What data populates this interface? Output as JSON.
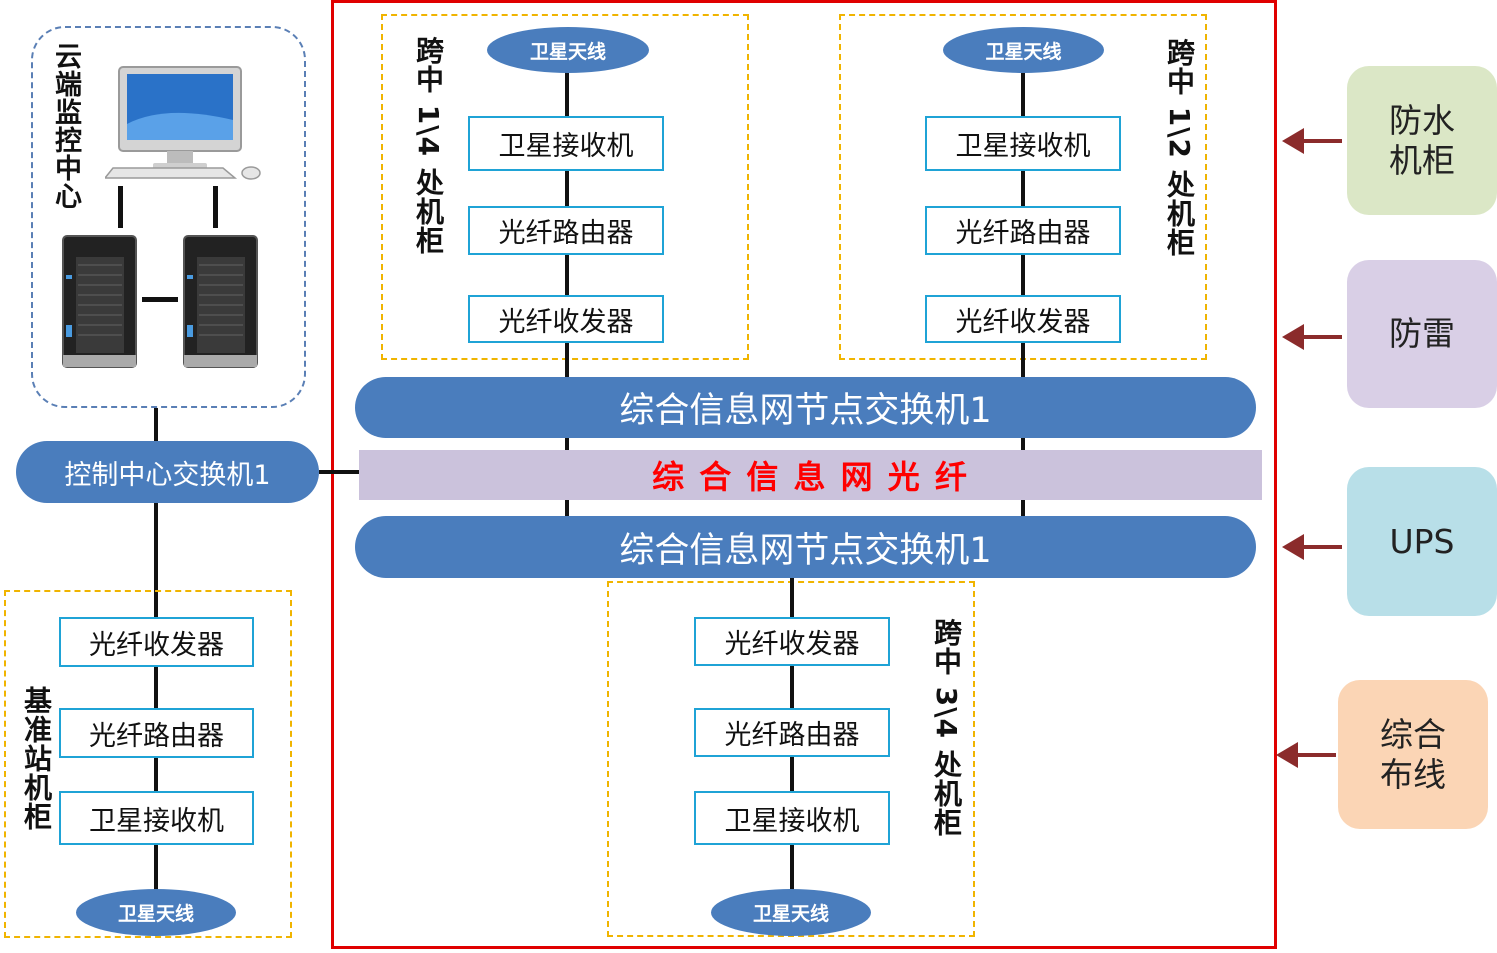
{
  "cloud_center": {
    "label": "云端监控中心"
  },
  "control_switch": {
    "label": "控制中心交换机1"
  },
  "base_station": {
    "label": "基准站机柜",
    "devices": [
      "光纤收发器",
      "光纤路由器",
      "卫星接收机"
    ],
    "antenna": "卫星天线"
  },
  "cabinet_1_4": {
    "label": "跨中 1\\4 处机柜",
    "antenna": "卫星天线",
    "devices": [
      "卫星接收机",
      "光纤路由器",
      "光纤收发器"
    ]
  },
  "cabinet_1_2": {
    "label": "跨中 1\\2 处机柜",
    "antenna": "卫星天线",
    "devices": [
      "卫星接收机",
      "光纤路由器",
      "光纤收发器"
    ]
  },
  "switch_top": {
    "label": "综合信息网节点交换机1"
  },
  "fiber": {
    "label": "综 合 信 息 网 光 纤"
  },
  "switch_bottom": {
    "label": "综合信息网节点交换机1"
  },
  "cabinet_3_4": {
    "label": "跨中 3\\4 处机柜",
    "devices": [
      "光纤收发器",
      "光纤路由器",
      "卫星接收机"
    ],
    "antenna": "卫星天线"
  },
  "side_items": [
    {
      "label": "防水\n机柜",
      "color": "#dbe7c6"
    },
    {
      "label": "防雷",
      "color": "#d9cfe6"
    },
    {
      "label": "UPS",
      "color": "#b8dfe8"
    },
    {
      "label": "综合\n布线",
      "color": "#fbd5b5"
    }
  ],
  "colors": {
    "accent_blue": "#4a7dbd",
    "frame_red": "#e00000",
    "fiber_band": "#cbc2dc",
    "fiber_text": "#ff0000",
    "arrow": "#8b2b2b"
  }
}
